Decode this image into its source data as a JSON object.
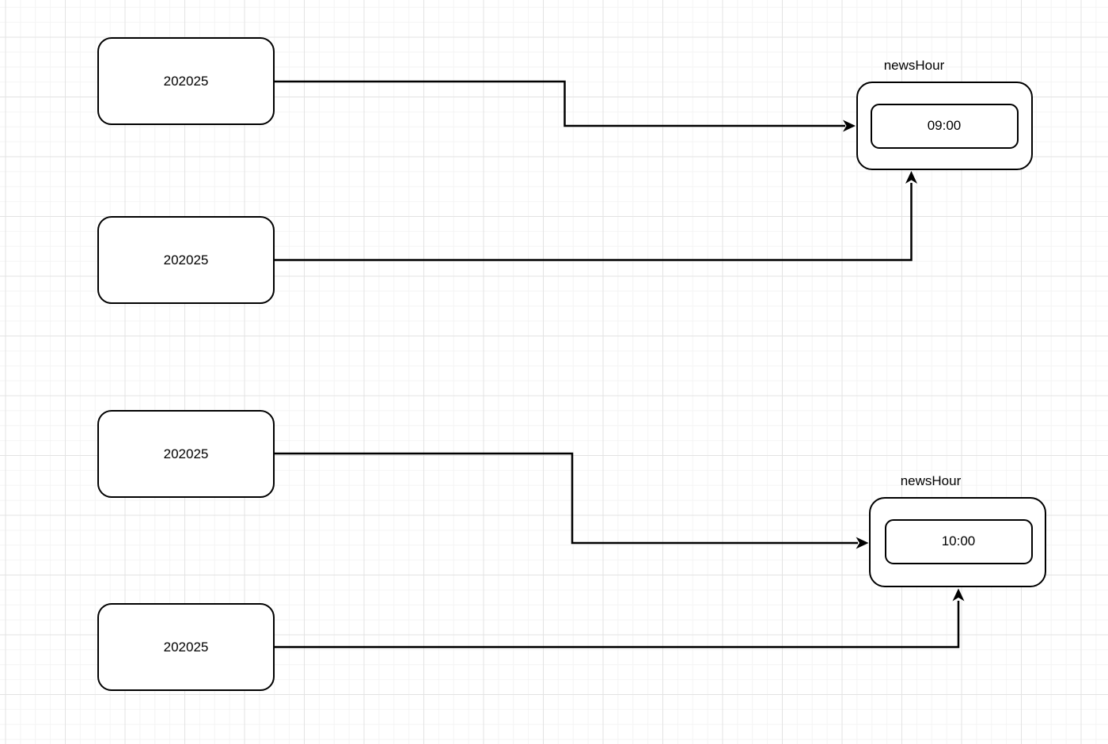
{
  "diagram": {
    "nodes": [
      {
        "label": "202025"
      },
      {
        "label": "202025"
      },
      {
        "label": "202025"
      },
      {
        "label": "202025"
      }
    ],
    "containers": [
      {
        "title": "newsHour",
        "child": "09:00"
      },
      {
        "title": "newsHour",
        "child": "10:00"
      }
    ],
    "colors": {
      "stroke": "#000000",
      "node_fill": "#ffffff",
      "canvas_bg": "#ffffff",
      "grid_minor": "#f4f4f4",
      "grid_major": "#e3e3e3"
    }
  }
}
